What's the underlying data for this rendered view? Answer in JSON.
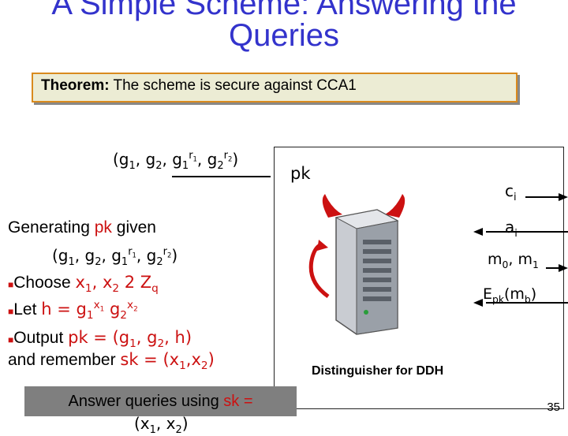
{
  "slide": {
    "title_line1": "A Simple Scheme: Answering the",
    "title_line2": "Queries",
    "theorem_label": "Theorem:",
    "theorem_text": " The scheme is secure against CCA1",
    "generating_text": "Generating ",
    "pk": "pk",
    "given": " given",
    "choose": "Choose ",
    "let": "Let ",
    "output": "Output ",
    "and_remember": "and remember ",
    "distinguisher": "Distinguisher for DDH",
    "answer_prefix": "Answer queries using ",
    "sk_eq": "sk =",
    "page_number": "35",
    "arrow_labels": {
      "pk": "pk",
      "ci": "c",
      "ai": "a",
      "m0m1": "m",
      "epk": "E"
    },
    "colors": {
      "title": "#3333cc",
      "accent": "#cc1111",
      "theorem_bg": "#ececd4",
      "theorem_border": "#d98a1e",
      "answer_bg": "#7f7f7f"
    },
    "icons": [
      "devil-server-icon",
      "bullet-square-icon"
    ]
  }
}
